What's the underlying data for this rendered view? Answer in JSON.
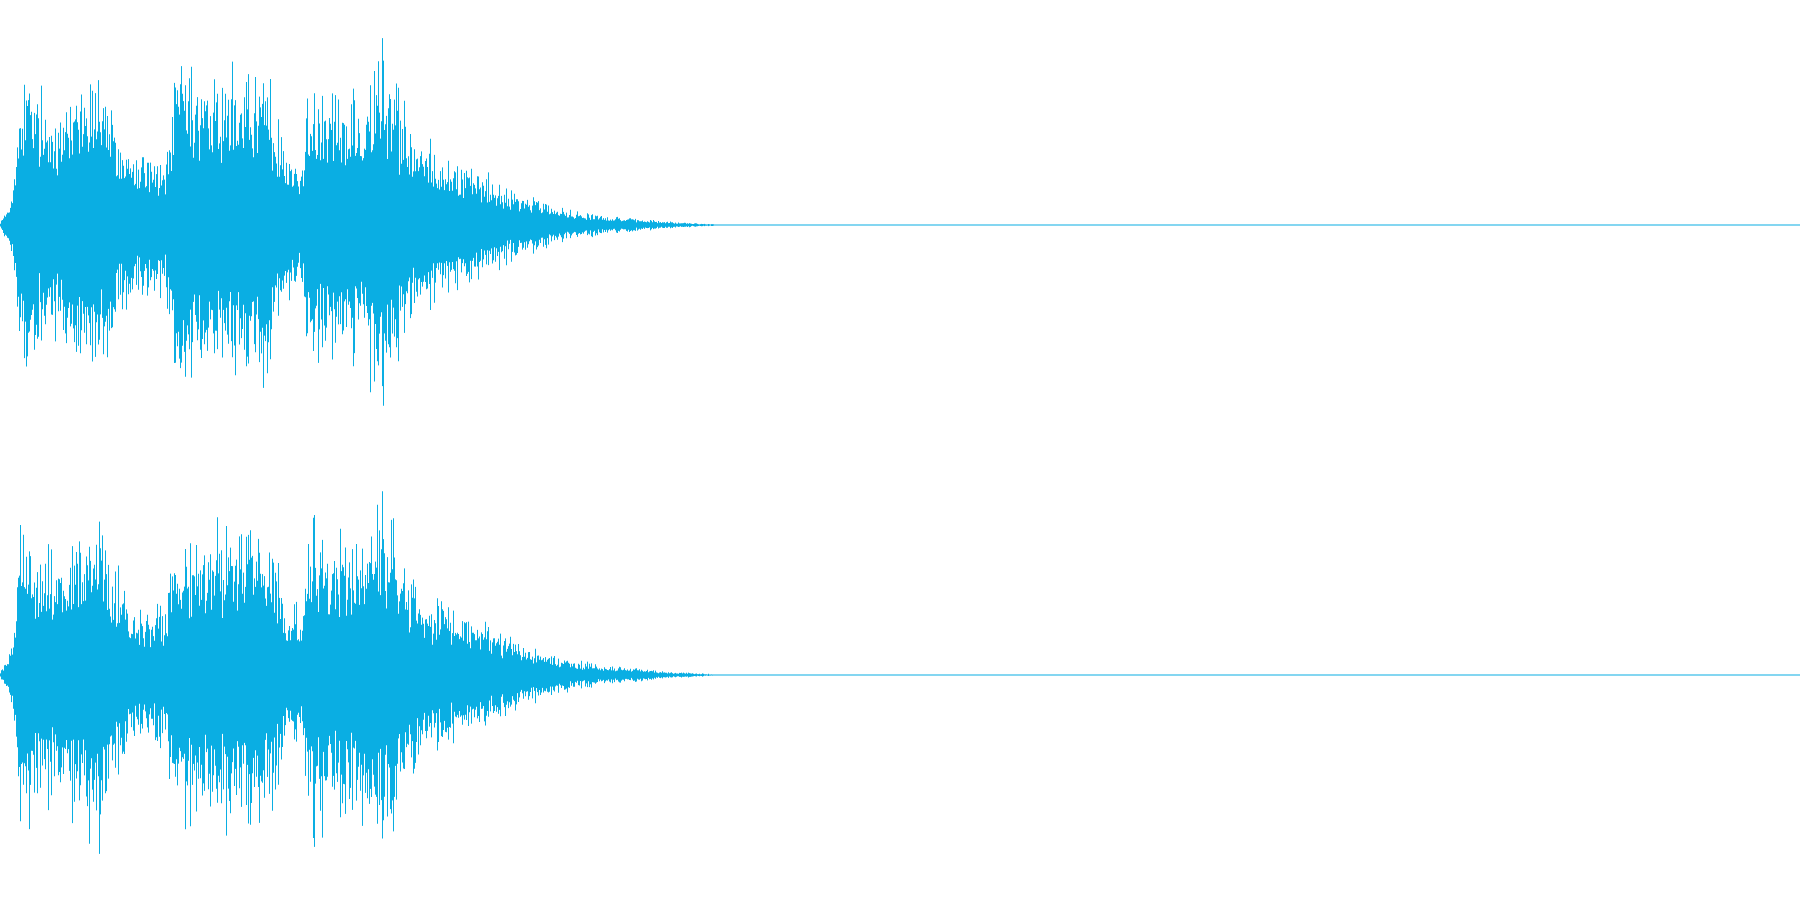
{
  "waveform": {
    "color": "#0aaee3",
    "background": "#ffffff",
    "channels": [
      {
        "name": "left",
        "envelope": [
          {
            "t": 0.0,
            "a": 0.02
          },
          {
            "t": 0.004,
            "a": 0.1
          },
          {
            "t": 0.008,
            "a": 0.35
          },
          {
            "t": 0.011,
            "a": 0.8
          },
          {
            "t": 0.014,
            "a": 0.92
          },
          {
            "t": 0.02,
            "a": 0.75
          },
          {
            "t": 0.03,
            "a": 0.7
          },
          {
            "t": 0.045,
            "a": 0.85
          },
          {
            "t": 0.055,
            "a": 0.95
          },
          {
            "t": 0.062,
            "a": 0.7
          },
          {
            "t": 0.07,
            "a": 0.45
          },
          {
            "t": 0.082,
            "a": 0.4
          },
          {
            "t": 0.092,
            "a": 0.38
          },
          {
            "t": 0.097,
            "a": 0.92
          },
          {
            "t": 0.11,
            "a": 0.8
          },
          {
            "t": 0.125,
            "a": 0.85
          },
          {
            "t": 0.14,
            "a": 0.98
          },
          {
            "t": 0.152,
            "a": 0.75
          },
          {
            "t": 0.16,
            "a": 0.4
          },
          {
            "t": 0.168,
            "a": 0.38
          },
          {
            "t": 0.171,
            "a": 0.85
          },
          {
            "t": 0.185,
            "a": 0.8
          },
          {
            "t": 0.2,
            "a": 0.85
          },
          {
            "t": 0.213,
            "a": 1.0
          },
          {
            "t": 0.225,
            "a": 0.65
          },
          {
            "t": 0.24,
            "a": 0.45
          },
          {
            "t": 0.26,
            "a": 0.35
          },
          {
            "t": 0.28,
            "a": 0.22
          },
          {
            "t": 0.3,
            "a": 0.14
          },
          {
            "t": 0.32,
            "a": 0.08
          },
          {
            "t": 0.34,
            "a": 0.05
          },
          {
            "t": 0.37,
            "a": 0.02
          },
          {
            "t": 0.395,
            "a": 0.006
          },
          {
            "t": 0.4,
            "a": 0.0
          },
          {
            "t": 1.0,
            "a": 0.0
          }
        ]
      },
      {
        "name": "right",
        "envelope": [
          {
            "t": 0.0,
            "a": 0.02
          },
          {
            "t": 0.004,
            "a": 0.1
          },
          {
            "t": 0.008,
            "a": 0.35
          },
          {
            "t": 0.011,
            "a": 0.82
          },
          {
            "t": 0.014,
            "a": 0.9
          },
          {
            "t": 0.02,
            "a": 0.75
          },
          {
            "t": 0.03,
            "a": 0.72
          },
          {
            "t": 0.045,
            "a": 0.85
          },
          {
            "t": 0.055,
            "a": 0.96
          },
          {
            "t": 0.062,
            "a": 0.7
          },
          {
            "t": 0.07,
            "a": 0.45
          },
          {
            "t": 0.082,
            "a": 0.4
          },
          {
            "t": 0.092,
            "a": 0.38
          },
          {
            "t": 0.097,
            "a": 0.9
          },
          {
            "t": 0.11,
            "a": 0.82
          },
          {
            "t": 0.125,
            "a": 0.85
          },
          {
            "t": 0.14,
            "a": 0.98
          },
          {
            "t": 0.152,
            "a": 0.75
          },
          {
            "t": 0.16,
            "a": 0.4
          },
          {
            "t": 0.168,
            "a": 0.38
          },
          {
            "t": 0.171,
            "a": 0.95
          },
          {
            "t": 0.185,
            "a": 0.8
          },
          {
            "t": 0.2,
            "a": 0.85
          },
          {
            "t": 0.213,
            "a": 0.98
          },
          {
            "t": 0.225,
            "a": 0.65
          },
          {
            "t": 0.24,
            "a": 0.45
          },
          {
            "t": 0.26,
            "a": 0.35
          },
          {
            "t": 0.28,
            "a": 0.22
          },
          {
            "t": 0.3,
            "a": 0.14
          },
          {
            "t": 0.32,
            "a": 0.08
          },
          {
            "t": 0.34,
            "a": 0.05
          },
          {
            "t": 0.37,
            "a": 0.02
          },
          {
            "t": 0.395,
            "a": 0.006
          },
          {
            "t": 0.4,
            "a": 0.0
          },
          {
            "t": 1.0,
            "a": 0.0
          }
        ]
      }
    ]
  }
}
